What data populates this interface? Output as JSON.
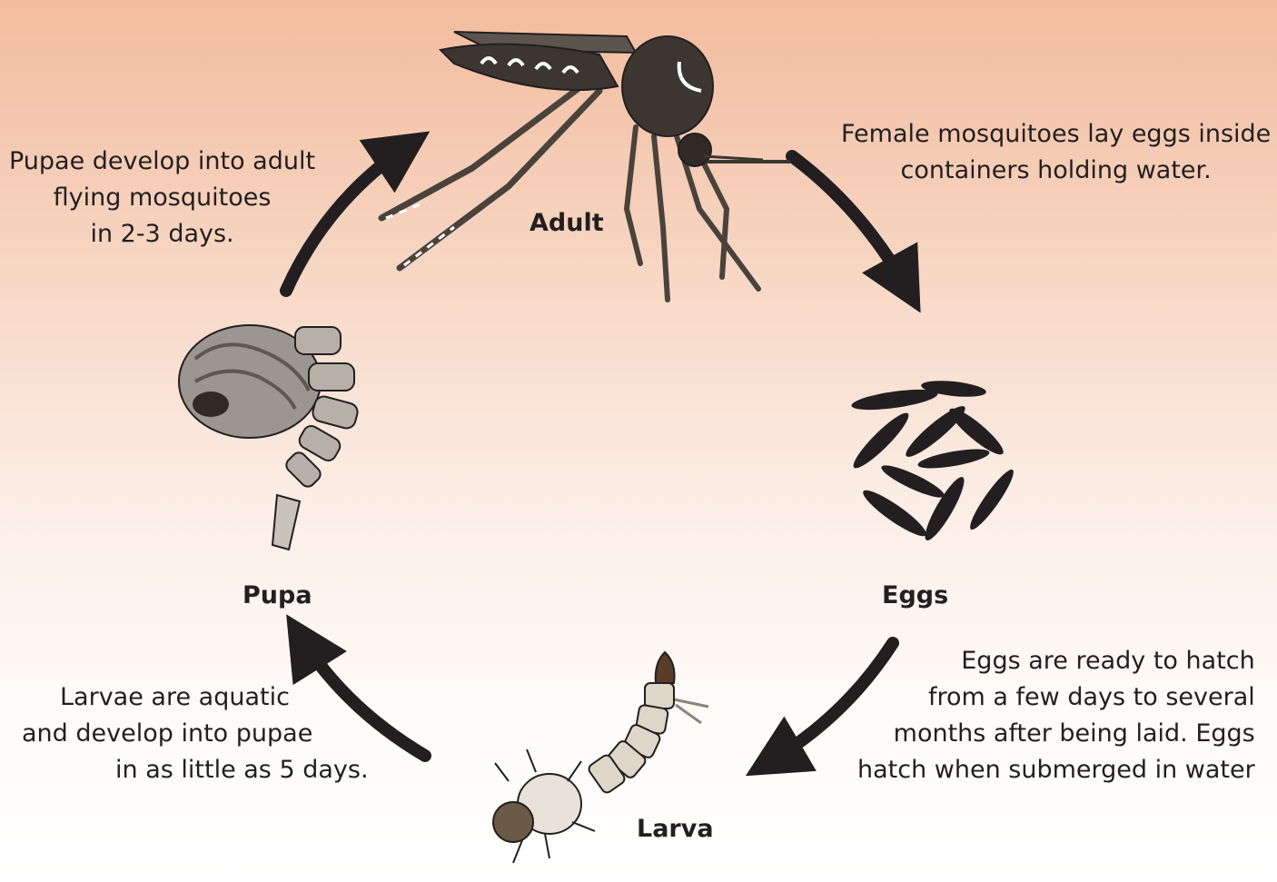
{
  "stages": {
    "adult": "Adult",
    "eggs": "Eggs",
    "larva": "Larva",
    "pupa": "Pupa"
  },
  "descriptions": {
    "adult_to_eggs": [
      "Female mosquitoes lay eggs inside",
      "containers holding water."
    ],
    "eggs_to_larva": [
      "Eggs are ready to hatch",
      "from a few days to several",
      "months after being laid. Eggs",
      "hatch when submerged in water"
    ],
    "larva_to_pupa": [
      "Larvae are aquatic",
      "and develop into pupae",
      "in as little as 5 days."
    ],
    "pupa_to_adult": [
      "Pupae develop into adult",
      "flying mosquitoes",
      "in 2-3 days."
    ]
  },
  "icons": [
    "mosquito-adult-icon",
    "eggs-icon",
    "larva-icon",
    "pupa-icon",
    "cycle-arrow-icon"
  ],
  "colors": {
    "background_top": "#f2bc9e",
    "background_bottom": "#ffffff",
    "arrow": "#231f20",
    "egg": "#231f20",
    "adult_body": "#3b3630",
    "larva_body": "#ddd6c9",
    "pupa_body": "#9b9690"
  }
}
